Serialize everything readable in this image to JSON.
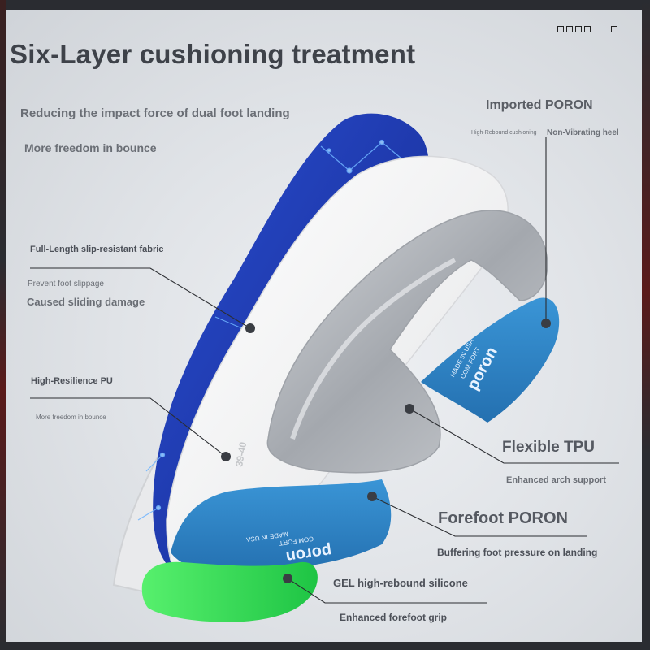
{
  "title": "Six-Layer cushioning treatment",
  "subtitles": [
    "Reducing the impact force of dual foot landing",
    "More freedom in bounce"
  ],
  "layers": {
    "imported_poron": {
      "title": "Imported PORON",
      "notes": [
        "High-Rebound cushioning",
        "Non-Vibrating heel"
      ]
    },
    "fabric": {
      "title": "Full-Length slip-resistant fabric",
      "notes": [
        "Prevent foot slippage",
        "Caused sliding damage"
      ]
    },
    "pu": {
      "title": "High-Resilience PU",
      "notes": [
        "More freedom in bounce"
      ]
    },
    "tpu": {
      "title": "Flexible TPU",
      "notes": [
        "Enhanced arch support"
      ]
    },
    "forefoot_poron": {
      "title": "Forefoot PORON",
      "notes": [
        "Buffering foot pressure on landing"
      ]
    },
    "gel": {
      "title": "GEL high-rebound silicone",
      "notes": [
        "Enhanced forefoot grip"
      ]
    }
  },
  "pads": {
    "brand": "poron",
    "line1": "COM FORT",
    "line2": "MADE IN USA"
  },
  "insole_size": "39-40",
  "colors": {
    "fabric_blue": "#2140b8",
    "poron_blue": "#2f86c8",
    "gel_green": "#2ed94f",
    "tpu_gray": "#a9adb3",
    "pu_white": "#f3f3f3",
    "text": "#4c5058"
  }
}
